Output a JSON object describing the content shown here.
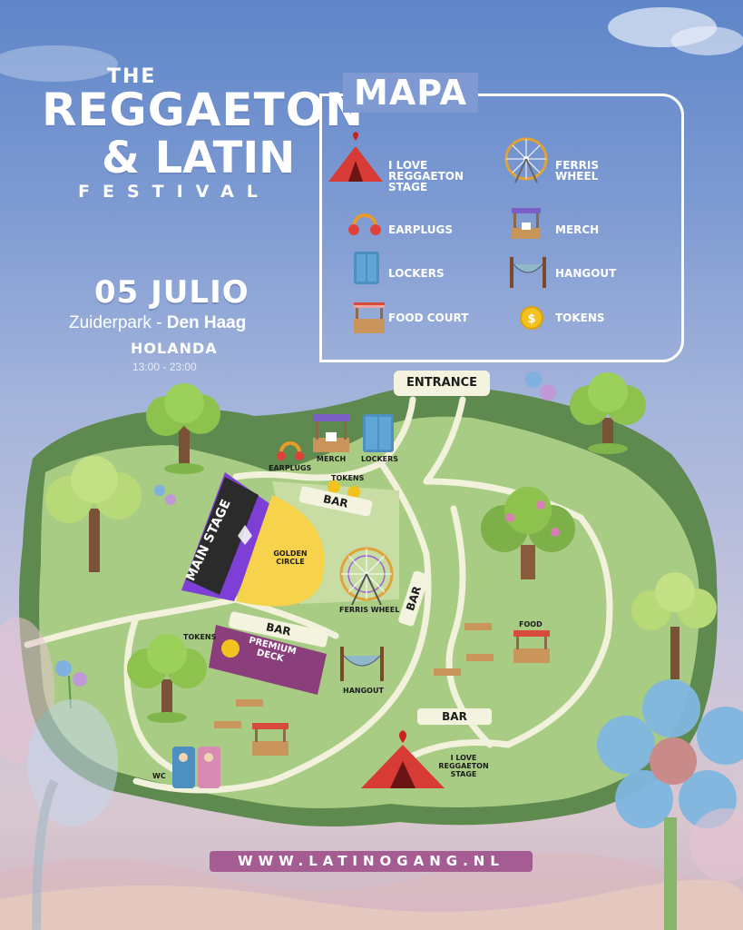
{
  "festival": {
    "line1": "THE",
    "line2": "REGGAETON",
    "line3": "& LATIN",
    "line4": "FESTIVAL",
    "date": "05 JULIO",
    "venue": "Zuiderpark",
    "separator": " - ",
    "city": "Den Haag",
    "country": "HOLANDA",
    "hours": "13:00 - 23:00"
  },
  "legend": {
    "title": "MAPA",
    "items": [
      {
        "icon": "tent-stage-icon",
        "label": "I LOVE REGGAETON STAGE"
      },
      {
        "icon": "ferris-wheel-icon",
        "label": "FERRIS WHEEL"
      },
      {
        "icon": "earplugs-icon",
        "label": "EARPLUGS"
      },
      {
        "icon": "merch-stand-icon",
        "label": "MERCH"
      },
      {
        "icon": "lockers-icon",
        "label": "LOCKERS"
      },
      {
        "icon": "hammock-icon",
        "label": "HANGOUT"
      },
      {
        "icon": "food-stall-icon",
        "label": "FOOD COURT"
      },
      {
        "icon": "token-coin-icon",
        "label": "TOKENS"
      }
    ]
  },
  "map": {
    "entrance": "ENTRANCE",
    "main_stage": "MAIN STAGE",
    "golden_circle": "GOLDEN CIRCLE",
    "ferris_wheel": "FERRIS WHEEL",
    "premium_deck": "PREMIUM DECK",
    "earplugs": "EARPLUGS",
    "merch": "MERCH",
    "lockers": "LOCKERS",
    "tokens_top": "TOKENS",
    "tokens_left": "TOKENS",
    "hangout": "HANGOUT",
    "food": "FOOD",
    "wc": "WC",
    "bar_top": "BAR",
    "bar_middle": "BAR",
    "bar_right": "BAR",
    "bar_bottom": "BAR",
    "i_love_stage": "I LOVE REGGAETON STAGE"
  },
  "colors": {
    "grass_dark": "#5e8a4f",
    "grass_light": "#a9cc84",
    "path": "#f2f2dc",
    "stage_purple": "#7e3fd6",
    "golden_circle": "#f7d34c",
    "premium": "#8a3e7c",
    "tent_red": "#d83a35"
  },
  "footer": {
    "url": "WWW.LATINOGANG.NL"
  }
}
